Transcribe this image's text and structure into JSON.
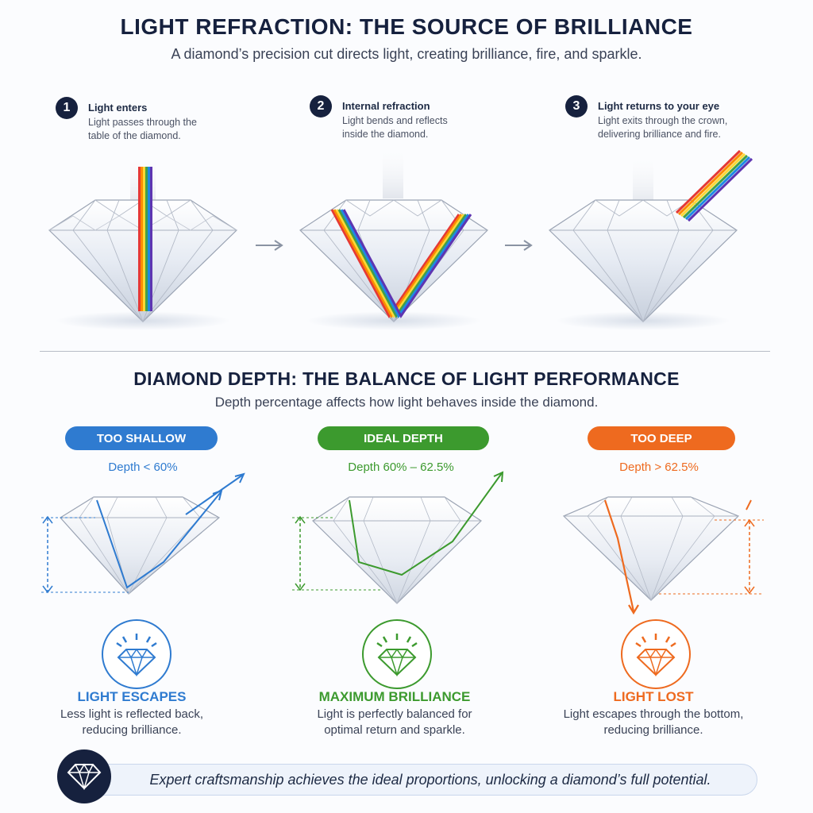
{
  "header": {
    "title": "LIGHT REFRACTION: THE SOURCE OF BRILLIANCE",
    "subtitle": "A diamond’s precision cut directs light, creating brilliance, fire, and sparkle."
  },
  "steps": [
    {
      "number": "1",
      "title": "Light enters",
      "desc": "Light passes through the table of the diamond."
    },
    {
      "number": "2",
      "title": "Internal refraction",
      "desc": "Light bends and reflects inside the diamond."
    },
    {
      "number": "3",
      "title": "Light returns to your eye",
      "desc": "Light exits through the crown, delivering brilliance and fire."
    }
  ],
  "depth_section": {
    "title": "DIAMOND DEPTH: THE BALANCE OF LIGHT PERFORMANCE",
    "subtitle": "Depth percentage affects how light behaves inside the diamond.",
    "columns": [
      {
        "pill": "TOO SHALLOW",
        "depth": "Depth < 60%",
        "result_title": "LIGHT ESCAPES",
        "result_desc": "Less light is reflected back, reducing brilliance.",
        "color": "#2f7bd0"
      },
      {
        "pill": "IDEAL DEPTH",
        "depth": "Depth 60% – 62.5%",
        "result_title": "MAXIMUM BRILLIANCE",
        "result_desc": "Light is perfectly balanced for optimal return and sparkle.",
        "color": "#3c9a2e"
      },
      {
        "pill": "TOO DEEP",
        "depth": "Depth > 62.5%",
        "result_title": "LIGHT LOST",
        "result_desc": "Light escapes through the bottom, reducing brilliance.",
        "color": "#ee6a1f"
      }
    ]
  },
  "footer": {
    "text": "Expert craftsmanship achieves the ideal proportions, unlocking a diamond’s full potential.",
    "icon": "diamond-icon"
  },
  "colors": {
    "navy": "#16213e",
    "shallow": "#2f7bd0",
    "ideal": "#3c9a2e",
    "deep": "#ee6a1f"
  }
}
